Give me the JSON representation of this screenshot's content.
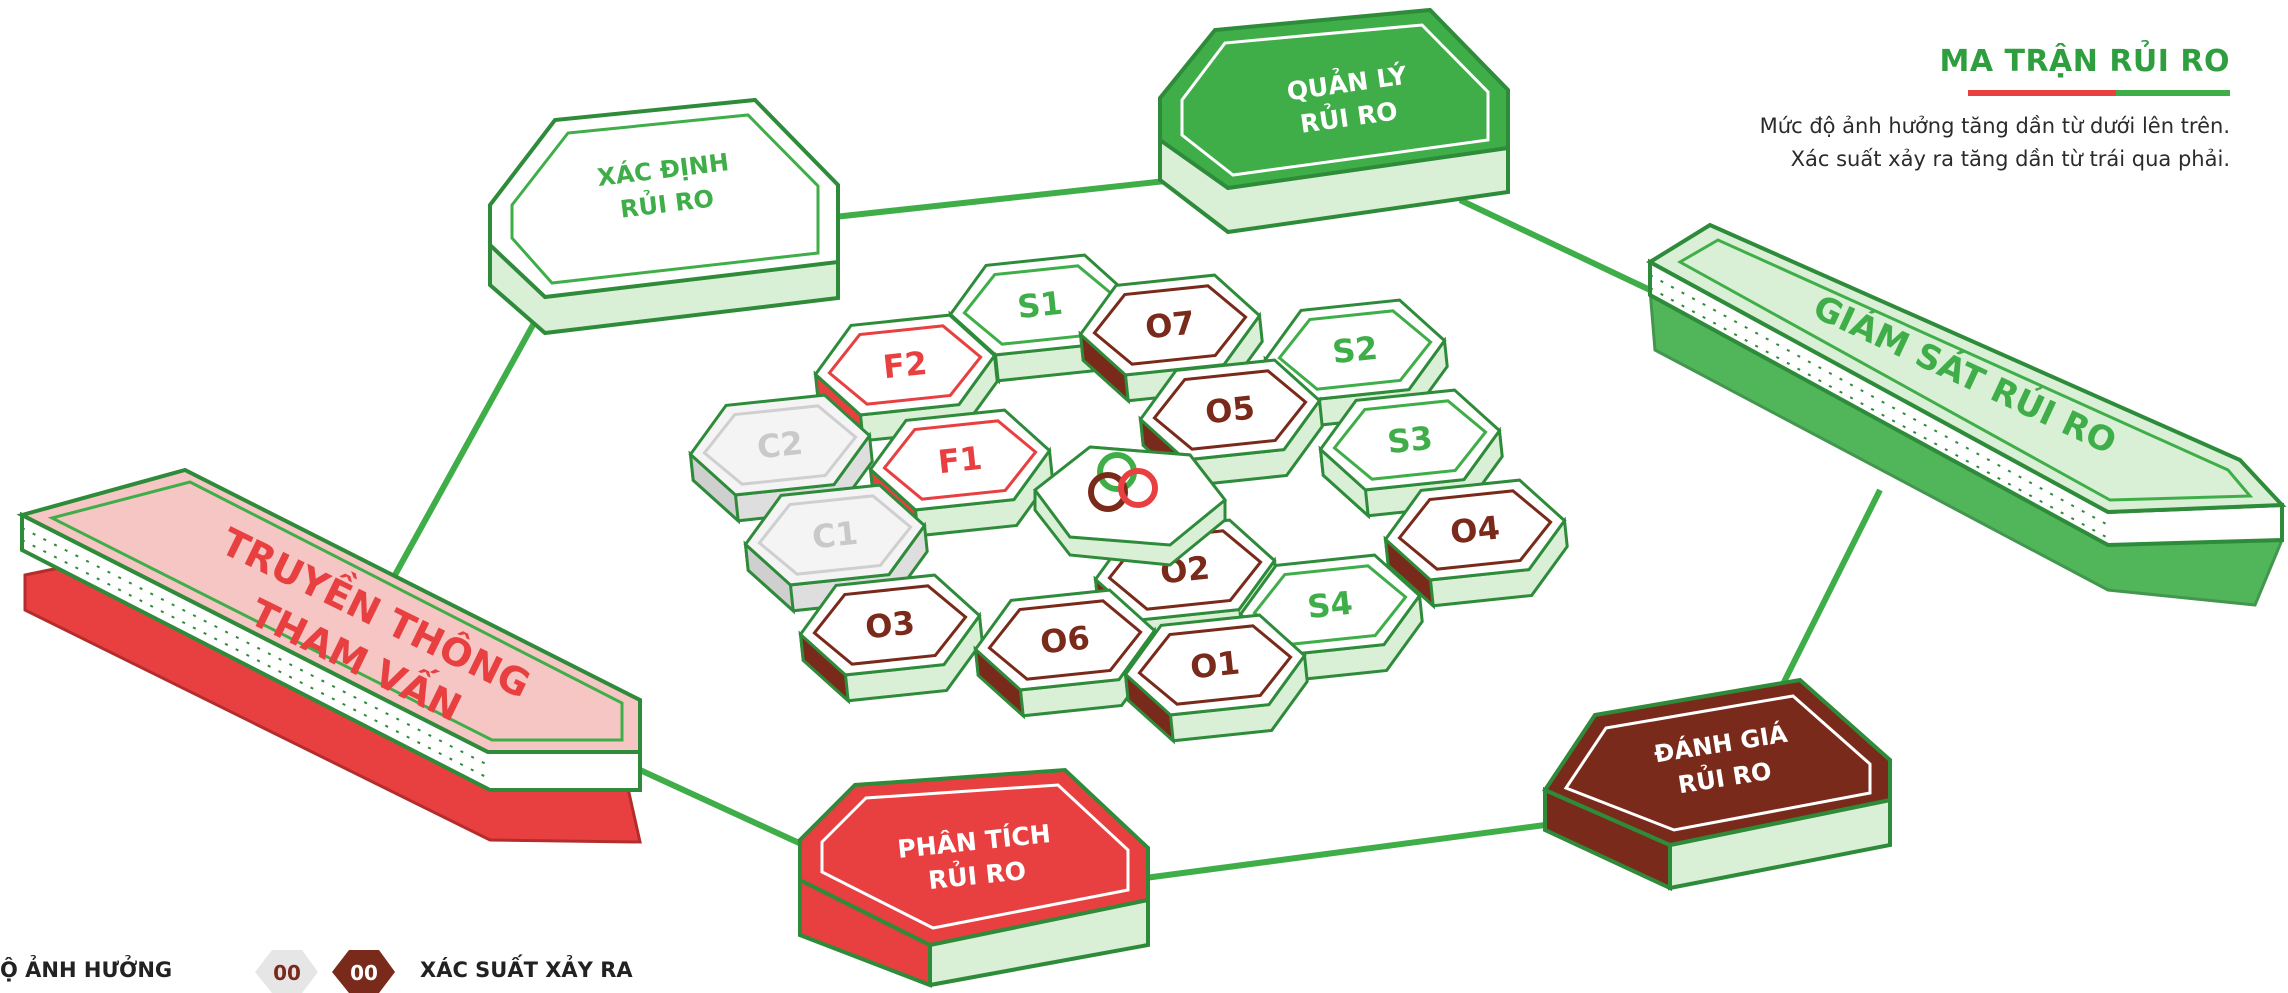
{
  "header": {
    "title": "MA TRẬN RỦI RO",
    "line1": "Mức độ ảnh hưởng tăng dần từ dưới lên trên.",
    "line2": "Xác suất xảy ra tăng dần từ trái qua phải."
  },
  "colors": {
    "green": "#3fae49",
    "light_green": "#d9efd6",
    "dark_green": "#2e8b3a",
    "red": "#e84040",
    "pink": "#f5c6c4",
    "brown": "#7a2a1a",
    "grey": "#e6e6e6"
  },
  "nodes": {
    "xac_dinh": {
      "line1": "XÁC ĐỊNH",
      "line2": "RỦI RO"
    },
    "quan_ly": {
      "line1": "QUẢN LÝ",
      "line2": "RỦI RO"
    },
    "giam_sat": {
      "line1": "GIÁM SÁT RỦI RO"
    },
    "truyen_thong": {
      "line1": "TRUYỀN THÔNG",
      "line2": "THAM VẤN"
    },
    "phan_tich": {
      "line1": "PHÂN TÍCH",
      "line2": "RỦI RO"
    },
    "danh_gia": {
      "line1": "ĐÁNH GIÁ",
      "line2": "RỦI RO"
    }
  },
  "cells": [
    {
      "label": "S1",
      "style": "green"
    },
    {
      "label": "O7",
      "style": "brown"
    },
    {
      "label": "F2",
      "style": "red"
    },
    {
      "label": "S2",
      "style": "green"
    },
    {
      "label": "O5",
      "style": "brown"
    },
    {
      "label": "C2",
      "style": "grey"
    },
    {
      "label": "F1",
      "style": "red"
    },
    {
      "label": "S3",
      "style": "green"
    },
    {
      "label": "C1",
      "style": "grey"
    },
    {
      "label": "O4",
      "style": "brown"
    },
    {
      "label": "O2",
      "style": "brown"
    },
    {
      "label": "S4",
      "style": "green"
    },
    {
      "label": "O3",
      "style": "brown"
    },
    {
      "label": "O6",
      "style": "brown"
    },
    {
      "label": "O1",
      "style": "brown"
    }
  ],
  "key": {
    "impact_label": "Ộ ẢNH HƯỞNG",
    "impact_value": "00",
    "probability_value": "00",
    "probability_label": "XÁC SUẤT XẢY RA"
  }
}
